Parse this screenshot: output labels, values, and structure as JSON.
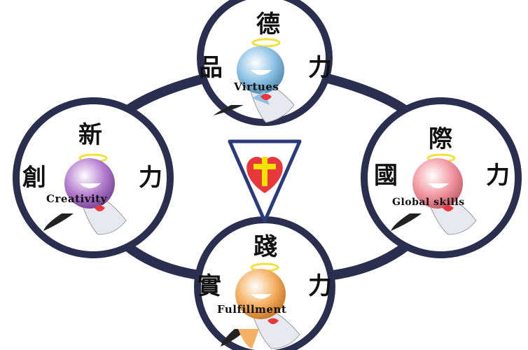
{
  "diagram": {
    "center_emblem": {
      "icon": "cross-heart-icon",
      "colors": {
        "triangle_stroke": "#2b3a7a",
        "heart": "#e8383c",
        "cross": "#f6e200"
      }
    },
    "ring_color": "#2a2f4f",
    "nodes": [
      {
        "id": "virtues",
        "top_char": "德",
        "left_char": "品",
        "right_char": "力",
        "label": "Virtues",
        "figure_color": "#8fc3e6"
      },
      {
        "id": "creativity",
        "top_char": "新",
        "left_char": "創",
        "right_char": "力",
        "label": "Creativity",
        "figure_color": "#b57fd0"
      },
      {
        "id": "global",
        "top_char": "際",
        "left_char": "國",
        "right_char": "力",
        "label": "Global skills",
        "figure_color": "#f29aa4"
      },
      {
        "id": "fulfillment",
        "top_char": "踐",
        "left_char": "實",
        "right_char": "力",
        "label": "Fulfillment",
        "figure_color": "#f5b163"
      }
    ]
  }
}
